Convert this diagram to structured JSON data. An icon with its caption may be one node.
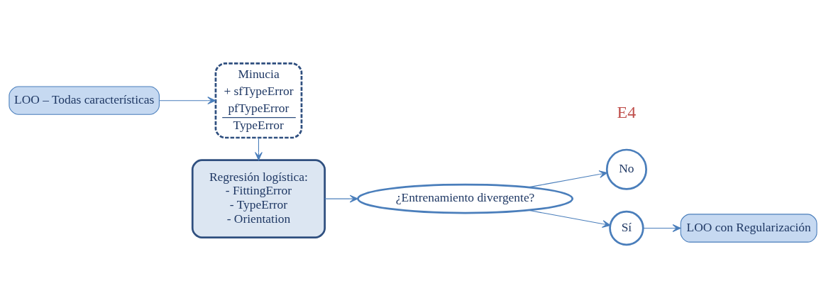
{
  "diagram": {
    "nodes": [
      {
        "text": [
          "LOO – Todas características"
        ]
      },
      {
        "text": [
          "Minucia",
          "+ sfTypeError",
          "pfTypeError",
          "TypeError"
        ]
      },
      {
        "text": [
          "Regresión logística:",
          "- FittingError",
          "- TypeError",
          "- Orientation"
        ]
      },
      {
        "text": [
          "¿Entrenamiento divergente?"
        ]
      },
      {
        "text": [
          "No"
        ]
      },
      {
        "text": [
          "Sí"
        ]
      },
      {
        "text": [
          "LOO con Regularización"
        ]
      }
    ],
    "edges": [
      {
        "from": 0,
        "to": 1,
        "arrow": "to"
      },
      {
        "from": 1,
        "to": 2,
        "arrow": "to"
      },
      {
        "from": 2,
        "to": 3,
        "arrow": "to"
      },
      {
        "from": 3,
        "to": 4,
        "arrow": "to"
      },
      {
        "from": 3,
        "to": 5,
        "arrow": "to"
      },
      {
        "from": 5,
        "to": 6,
        "arrow": "to"
      }
    ],
    "labels": [
      "E4"
    ]
  }
}
